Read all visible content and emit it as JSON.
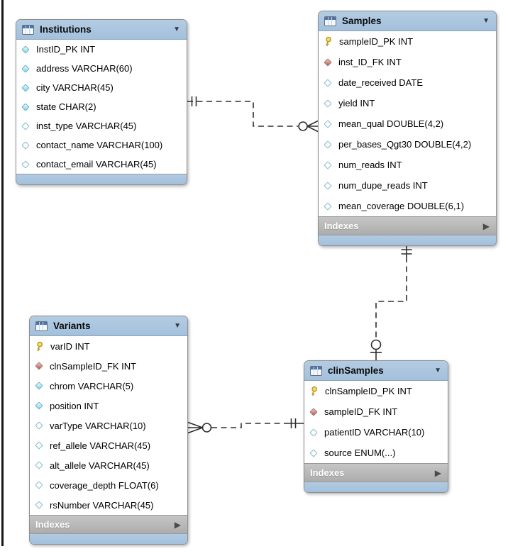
{
  "diagram_type": "EER database diagram",
  "colors": {
    "table_header_blue": "#a9c5df",
    "indexes_bar_gray": "#b9b9b9",
    "indexes_text": "#ffffff",
    "pk_key_yellow": "#f6df6d",
    "fk_diamond_red": "#cd584e",
    "notnull_diamond_cyan": "#8edcea",
    "nullable_diamond": "#ffffff",
    "connector_line": "#2e2e2e",
    "canvas_frame_line": "#161616"
  },
  "tables": {
    "institutions": {
      "title": "Institutions",
      "collapse_icon": "▼",
      "columns": [
        {
          "icon": "notnull-diamond-icon",
          "text": "InstID_PK INT"
        },
        {
          "icon": "notnull-diamond-icon",
          "text": "address VARCHAR(60)"
        },
        {
          "icon": "notnull-diamond-icon",
          "text": "city VARCHAR(45)"
        },
        {
          "icon": "notnull-diamond-icon",
          "text": "state CHAR(2)"
        },
        {
          "icon": "nullable-diamond-icon",
          "text": "inst_type VARCHAR(45)"
        },
        {
          "icon": "nullable-diamond-icon",
          "text": "contact_name VARCHAR(100)"
        },
        {
          "icon": "nullable-diamond-icon",
          "text": "contact_email VARCHAR(45)"
        }
      ]
    },
    "samples": {
      "title": "Samples",
      "collapse_icon": "▼",
      "footer": "Indexes",
      "footer_expand_icon": "▶",
      "columns": [
        {
          "icon": "primary-key-icon",
          "text": "sampleID_PK INT"
        },
        {
          "icon": "foreign-key-diamond-icon",
          "text": "inst_ID_FK INT"
        },
        {
          "icon": "nullable-diamond-icon",
          "text": "date_received DATE"
        },
        {
          "icon": "nullable-diamond-icon",
          "text": "yield INT"
        },
        {
          "icon": "nullable-diamond-icon",
          "text": "mean_qual DOUBLE(4,2)"
        },
        {
          "icon": "nullable-diamond-icon",
          "text": "per_bases_Qgt30 DOUBLE(4,2)"
        },
        {
          "icon": "nullable-diamond-icon",
          "text": "num_reads INT"
        },
        {
          "icon": "nullable-diamond-icon",
          "text": "num_dupe_reads INT"
        },
        {
          "icon": "nullable-diamond-icon",
          "text": "mean_coverage DOUBLE(6,1)"
        }
      ]
    },
    "variants": {
      "title": "Variants",
      "collapse_icon": "▼",
      "footer": "Indexes",
      "footer_expand_icon": "▶",
      "columns": [
        {
          "icon": "primary-key-icon",
          "text": "varID INT"
        },
        {
          "icon": "foreign-key-diamond-icon",
          "text": "clnSampleID_FK INT"
        },
        {
          "icon": "notnull-diamond-icon",
          "text": "chrom VARCHAR(5)"
        },
        {
          "icon": "notnull-diamond-icon",
          "text": "position INT"
        },
        {
          "icon": "nullable-diamond-icon",
          "text": "varType VARCHAR(10)"
        },
        {
          "icon": "nullable-diamond-icon",
          "text": "ref_allele VARCHAR(45)"
        },
        {
          "icon": "nullable-diamond-icon",
          "text": "alt_allele VARCHAR(45)"
        },
        {
          "icon": "nullable-diamond-icon",
          "text": "coverage_depth FLOAT(6)"
        },
        {
          "icon": "nullable-diamond-icon",
          "text": "rsNumber VARCHAR(45)"
        }
      ]
    },
    "clinsamples": {
      "title": "clinSamples",
      "collapse_icon": "▼",
      "footer": "Indexes",
      "footer_expand_icon": "▶",
      "columns": [
        {
          "icon": "primary-key-icon",
          "text": "clnSampleID_PK INT"
        },
        {
          "icon": "foreign-key-diamond-icon",
          "text": "sampleID_FK INT"
        },
        {
          "icon": "nullable-diamond-icon",
          "text": "patientID VARCHAR(10)"
        },
        {
          "icon": "nullable-diamond-icon",
          "text": "source ENUM(...)"
        }
      ]
    }
  },
  "relationships": [
    {
      "from": "Institutions",
      "to": "Samples",
      "from_cardinality": "one-mandatory (double tick)",
      "to_cardinality": "zero-or-many (circle + crow's foot)",
      "line_style": "dashed"
    },
    {
      "from": "Samples",
      "to": "clinSamples",
      "from_cardinality": "one-mandatory (double tick)",
      "to_cardinality": "zero-or-one (circle + tick)",
      "line_style": "dashed"
    },
    {
      "from": "clinSamples",
      "to": "Variants",
      "from_cardinality": "one-mandatory (double tick)",
      "to_cardinality": "zero-or-many (circle + crow's foot)",
      "line_style": "dashed"
    }
  ]
}
